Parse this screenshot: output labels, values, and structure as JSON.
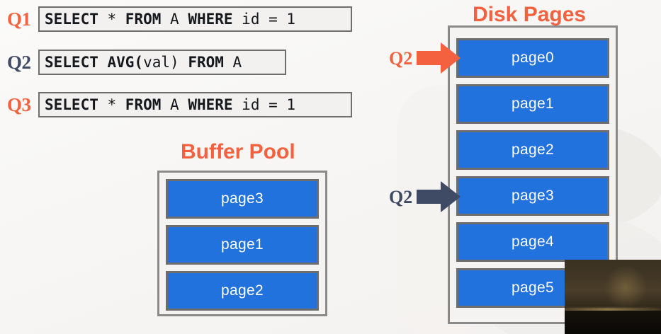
{
  "slide": {
    "background_color": "#f8f7f5",
    "accent_orange": "#f4613f",
    "accent_navy": "#3f4a65",
    "page_blue": "#2272dd"
  },
  "queries": [
    {
      "label": "Q1",
      "label_color": "#f4613f",
      "sql_tokens": [
        {
          "text": "SELECT",
          "bold": true
        },
        {
          "text": " * ",
          "bold": false
        },
        {
          "text": "FROM",
          "bold": true
        },
        {
          "text": " A ",
          "bold": false
        },
        {
          "text": "WHERE",
          "bold": true
        },
        {
          "text": " id = 1",
          "bold": false
        }
      ],
      "sql_text": "SELECT * FROM A WHERE id = 1"
    },
    {
      "label": "Q2",
      "label_color": "#3f4a65",
      "sql_tokens": [
        {
          "text": "SELECT AVG(",
          "bold": true
        },
        {
          "text": "val",
          "bold": false
        },
        {
          "text": ")",
          "bold": false
        },
        {
          "text": " FROM",
          "bold": true
        },
        {
          "text": " A",
          "bold": false
        }
      ],
      "sql_text": "SELECT AVG(val) FROM A"
    },
    {
      "label": "Q3",
      "label_color": "#f4613f",
      "sql_tokens": [
        {
          "text": "SELECT",
          "bold": true
        },
        {
          "text": " * ",
          "bold": false
        },
        {
          "text": "FROM",
          "bold": true
        },
        {
          "text": " A ",
          "bold": false
        },
        {
          "text": "WHERE",
          "bold": true
        },
        {
          "text": " id = 1",
          "bold": false
        }
      ],
      "sql_text": "SELECT * FROM A WHERE id = 1"
    }
  ],
  "buffer_pool": {
    "title": "Buffer Pool",
    "pages": [
      "page3",
      "page1",
      "page2"
    ]
  },
  "disk_pages": {
    "title": "Disk Pages",
    "pages": [
      "page0",
      "page1",
      "page2",
      "page3",
      "page4",
      "page5"
    ]
  },
  "arrows": [
    {
      "label": "Q2",
      "color": "#f4613f",
      "target_page": "page0",
      "direction": "right"
    },
    {
      "label": "Q2",
      "color": "#3f4a65",
      "target_page": "page3",
      "direction": "right"
    }
  ]
}
